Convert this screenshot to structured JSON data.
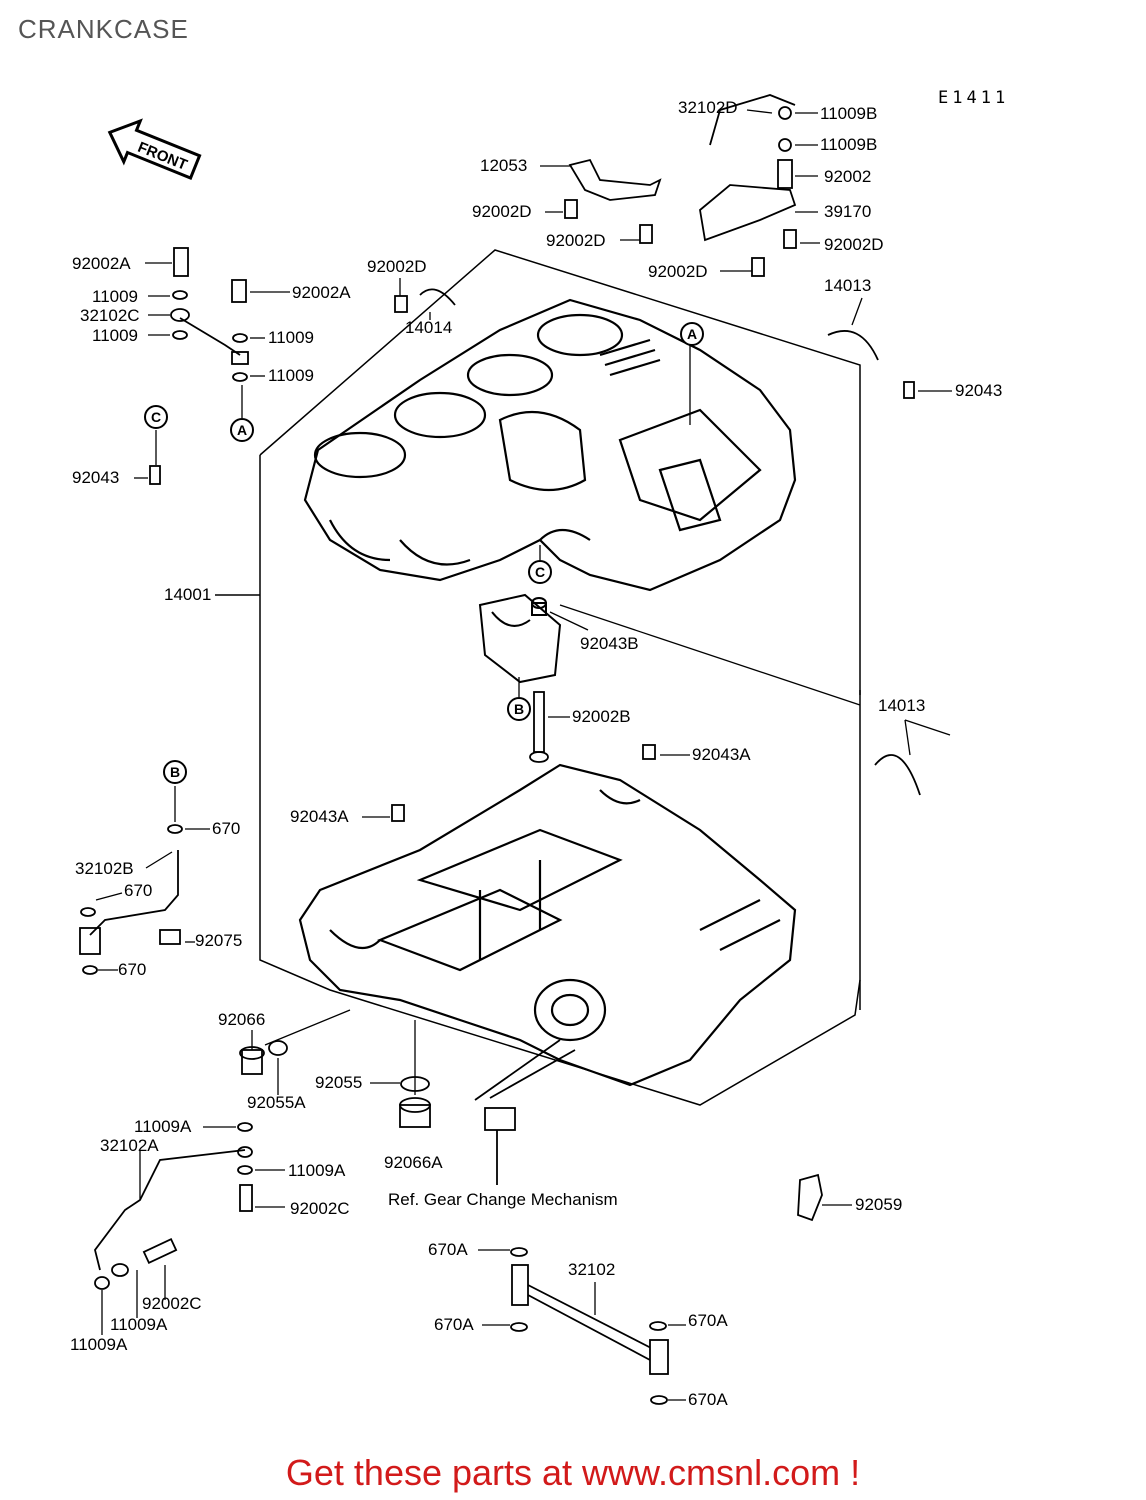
{
  "title": "CRANKCASE",
  "diagram_code": "E1411",
  "front_arrow_label": "FRONT",
  "reference_note": "Ref. Gear Change Mechanism",
  "promo_text": "Get these parts at www.cmsnl.com !",
  "callouts": {
    "c_a_top": "A",
    "c_a_left": "A",
    "c_c_left": "C",
    "c_c_mid": "C",
    "c_b_mid": "B",
    "c_b_left": "B"
  },
  "part_labels": [
    {
      "id": "p01",
      "text": "32102D"
    },
    {
      "id": "p02",
      "text": "11009B"
    },
    {
      "id": "p03",
      "text": "11009B"
    },
    {
      "id": "p04",
      "text": "92002"
    },
    {
      "id": "p05",
      "text": "12053"
    },
    {
      "id": "p06",
      "text": "39170"
    },
    {
      "id": "p07",
      "text": "92002D"
    },
    {
      "id": "p08",
      "text": "92002D"
    },
    {
      "id": "p09",
      "text": "92002D"
    },
    {
      "id": "p10",
      "text": "92002D"
    },
    {
      "id": "p11",
      "text": "92002A"
    },
    {
      "id": "p12",
      "text": "92002D"
    },
    {
      "id": "p13",
      "text": "14013"
    },
    {
      "id": "p14",
      "text": "11009"
    },
    {
      "id": "p15",
      "text": "92002A"
    },
    {
      "id": "p16",
      "text": "32102C"
    },
    {
      "id": "p17",
      "text": "14014"
    },
    {
      "id": "p18",
      "text": "11009"
    },
    {
      "id": "p19",
      "text": "11009"
    },
    {
      "id": "p20",
      "text": "11009"
    },
    {
      "id": "p21",
      "text": "92043"
    },
    {
      "id": "p22",
      "text": "92043"
    },
    {
      "id": "p23",
      "text": "14001"
    },
    {
      "id": "p24",
      "text": "92043B"
    },
    {
      "id": "p25",
      "text": "14013"
    },
    {
      "id": "p26",
      "text": "92002B"
    },
    {
      "id": "p27",
      "text": "92043A"
    },
    {
      "id": "p28",
      "text": "670"
    },
    {
      "id": "p29",
      "text": "92043A"
    },
    {
      "id": "p30",
      "text": "32102B"
    },
    {
      "id": "p31",
      "text": "670"
    },
    {
      "id": "p32",
      "text": "92075"
    },
    {
      "id": "p33",
      "text": "670"
    },
    {
      "id": "p34",
      "text": "92066"
    },
    {
      "id": "p35",
      "text": "92055"
    },
    {
      "id": "p36",
      "text": "92055A"
    },
    {
      "id": "p37",
      "text": "11009A"
    },
    {
      "id": "p38",
      "text": "32102A"
    },
    {
      "id": "p39",
      "text": "11009A"
    },
    {
      "id": "p40",
      "text": "92066A"
    },
    {
      "id": "p41",
      "text": "92002C"
    },
    {
      "id": "p42",
      "text": "92059"
    },
    {
      "id": "p43",
      "text": "670A"
    },
    {
      "id": "p44",
      "text": "32102"
    },
    {
      "id": "p45",
      "text": "92002C"
    },
    {
      "id": "p46",
      "text": "11009A"
    },
    {
      "id": "p47",
      "text": "670A"
    },
    {
      "id": "p48",
      "text": "670A"
    },
    {
      "id": "p49",
      "text": "11009A"
    },
    {
      "id": "p50",
      "text": "670A"
    }
  ]
}
